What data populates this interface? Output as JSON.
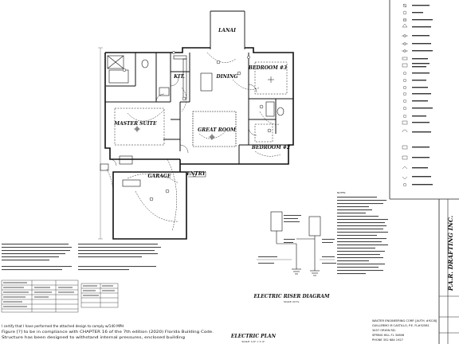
{
  "plan": {
    "rooms": {
      "lanai": "LANAI",
      "kit": "KIT.",
      "dining": "DINING",
      "bedroom3": "BEDROOM #3",
      "master_suite": "MASTER SUITE",
      "great_room": "GREAT ROOM",
      "bedroom2": "BEDROOM #2",
      "garage": "GARAGE",
      "entry": "ENTRY"
    },
    "title": "ELECTRIC PLAN",
    "scale": "SCALE: 1/4\" = 1'-0\""
  },
  "riser": {
    "title": "ELECTRIC RISER DIAGRAM",
    "scale": "SCALE: N.T.S."
  },
  "notes": {
    "heading": "NOTES:"
  },
  "engineer": {
    "lines": [
      "WASTER ENGINEERING CORP. [AUTH. #9228]",
      "GUILLERMO M CASTILLO, P.E. FL#52581",
      "3457 ORION RD.",
      "SPRING HILL FL 34606",
      "PHONE 352 684 1927"
    ]
  },
  "certification": {
    "lines": [
      "I certify that I have performed the attached design to comply w/140 MPH",
      "Figure [?] to be in compliance with CHAPTER 16 of the 7th edition (2020) Florida Building Code.",
      "Structure has been designed to withstand internal pressures, enclosed building"
    ]
  },
  "title_block": {
    "firm": "P.A.R. DRAFTING INC."
  }
}
